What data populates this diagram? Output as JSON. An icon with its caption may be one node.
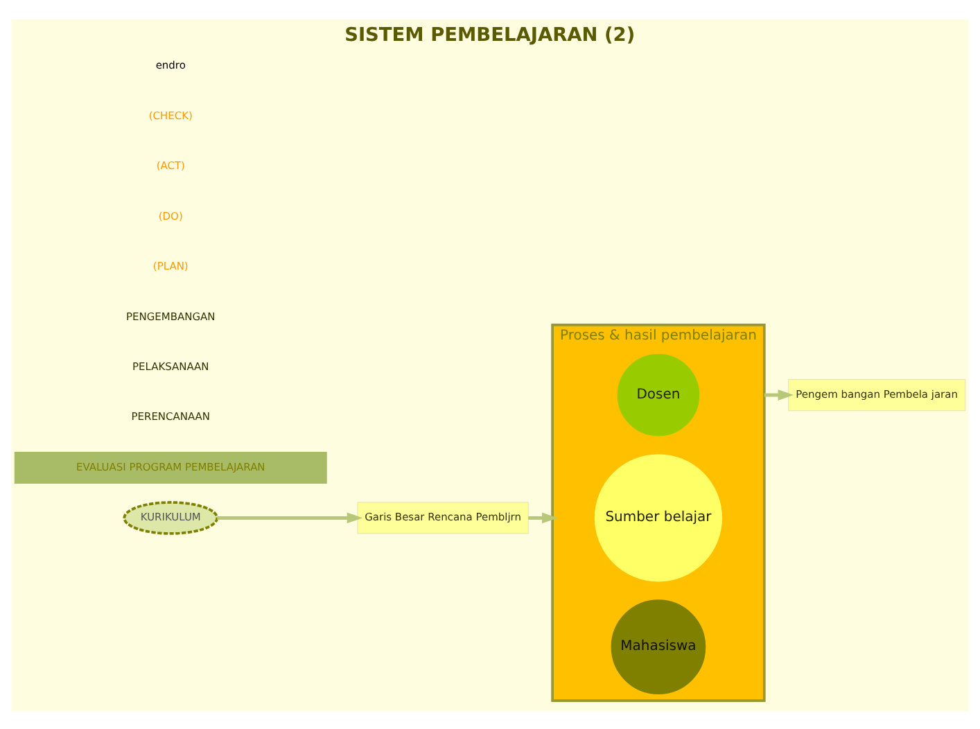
{
  "diagram": {
    "title": "SISTEM PEMBELAJARAN (2)",
    "nodes": [
      {
        "text": [
          "KURIKULUM"
        ]
      },
      {
        "text": [
          "Garis Besar Rencana Pembljrn"
        ]
      },
      {
        "text": [
          "Proses & hasil pembelajaran"
        ]
      },
      {
        "text": [
          "Dosen"
        ],
        "in": 2
      },
      {
        "text": [
          "Sumber belajar"
        ],
        "in": 2
      },
      {
        "text": [
          "Mahasiswa"
        ],
        "in": 2
      },
      {
        "text": [
          "Pengem bangan Pembela jaran"
        ]
      },
      {
        "text": [
          "EVALUASI PROGRAM PEMBELAJARAN"
        ]
      }
    ],
    "edges": [
      {
        "from": 0,
        "to": 1,
        "arrow": "to"
      },
      {
        "from": 1,
        "to": 2,
        "arrow": "to"
      },
      {
        "from": 2,
        "to": 6,
        "arrow": "to"
      }
    ],
    "labels": [
      "PERENCANAAN",
      "PELAKSANAAN",
      "PENGEMBANGAN",
      "(PLAN)",
      "(DO)",
      "(ACT)",
      "(CHECK)",
      "endro"
    ]
  }
}
